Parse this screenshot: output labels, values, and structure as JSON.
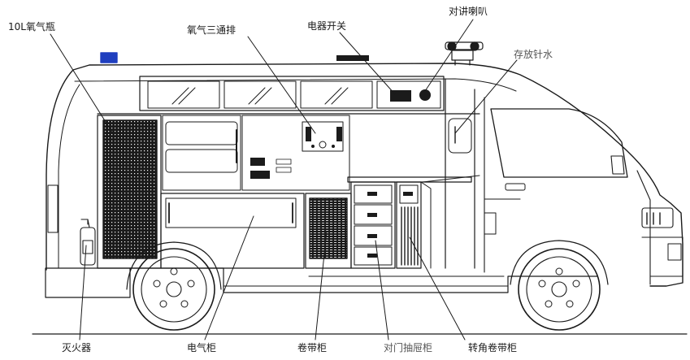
{
  "labels": {
    "oxygen_bottle": "10L氧气瓶",
    "oxygen_manifold": "氧气三通排",
    "electrical_switch": "电器开关",
    "intercom_horn": "对讲喇叭",
    "water_storage": "存放针水",
    "fire_extinguisher": "灭火器",
    "electrical_cabinet": "电气柜",
    "supply_cabinet_left": "卷带柜",
    "drawer_cabinet": "对门抽屉柜",
    "corner_supply_cabinet": "转角卷带柜"
  },
  "colors": {
    "line": "#1a1a1a",
    "beacon": "#1f3fbf",
    "panel": "#1b1b1b"
  }
}
